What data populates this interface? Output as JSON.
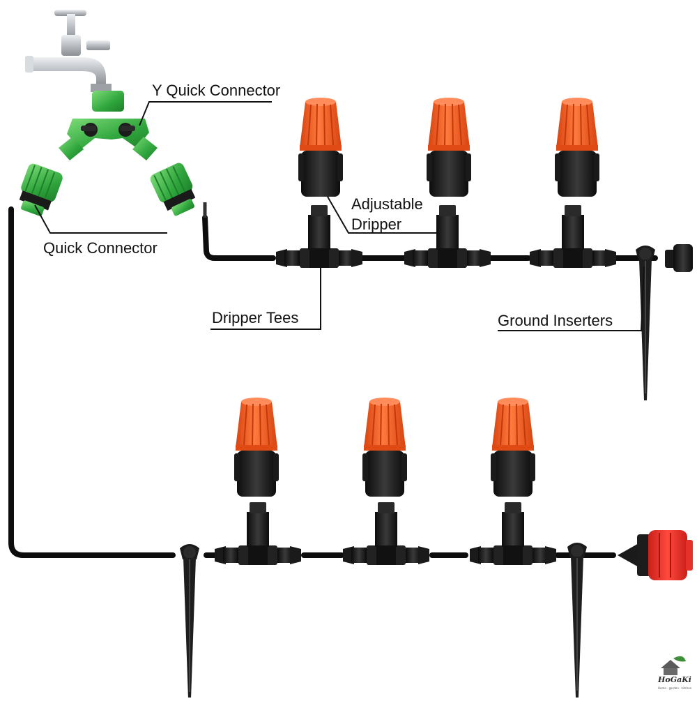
{
  "labels": {
    "y_quick_connector": "Y Quick Connector",
    "quick_connector": "Quick Connector",
    "adjustable_dripper_line1": "Adjustable",
    "adjustable_dripper_line2": "Dripper",
    "dripper_tees": "Dripper Tees",
    "ground_inserters": "Ground Inserters"
  },
  "brand": {
    "name": "HoGaKi",
    "tagline": "Home · garden · kitchen"
  },
  "colors": {
    "connector_green": "#3fb24a",
    "dripper_orange": "#f2541c",
    "fitting_black": "#1c1c1c",
    "tube_black": "#0d0d0d",
    "tap_silver": "#c9ccd0",
    "valve_red": "#e8302a"
  }
}
